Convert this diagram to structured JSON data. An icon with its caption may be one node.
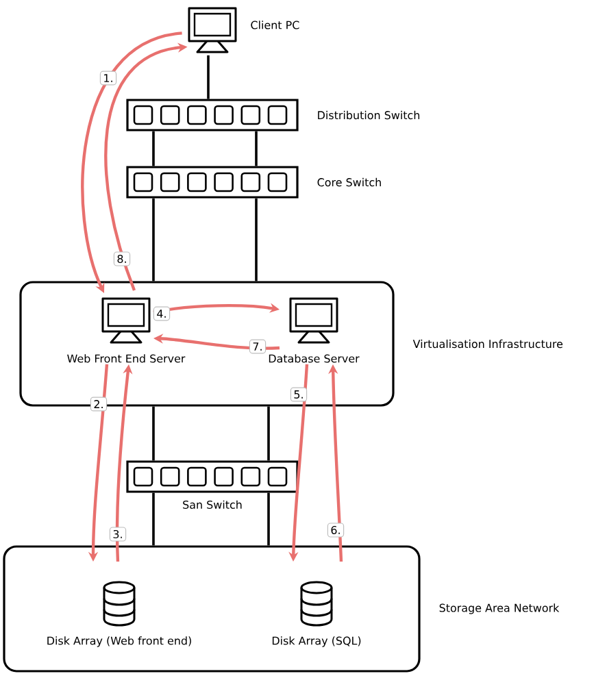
{
  "diagram": {
    "nodes": [
      {
        "text": [
          "Client PC"
        ]
      },
      {
        "text": [
          "Distribution Switch"
        ]
      },
      {
        "text": [
          "Core Switch"
        ]
      },
      {
        "text": [
          "Virtualisation Infrastructure"
        ]
      },
      {
        "text": [
          "Web Front End Server"
        ],
        "in": 3
      },
      {
        "text": [
          "Database Server"
        ],
        "in": 3
      },
      {
        "text": [
          "San Switch"
        ]
      },
      {
        "text": [
          "Storage Area Network"
        ]
      },
      {
        "text": [
          "Disk Array (Web front end)"
        ],
        "in": 7
      },
      {
        "text": [
          "Disk Array (SQL)"
        ],
        "in": 7
      }
    ],
    "edges": [
      {
        "from": 1,
        "to": 0,
        "arrow": "none"
      },
      {
        "from": 1,
        "to": 2,
        "arrow": "none"
      },
      {
        "from": 1,
        "to": 2,
        "arrow": "none"
      },
      {
        "from": 2,
        "to": 3,
        "arrow": "none"
      },
      {
        "from": 2,
        "to": 3,
        "arrow": "none"
      },
      {
        "from": 3,
        "to": 6,
        "arrow": "none"
      },
      {
        "from": 3,
        "to": 6,
        "arrow": "none"
      },
      {
        "from": 6,
        "to": 7,
        "arrow": "none"
      },
      {
        "from": 6,
        "to": 7,
        "arrow": "none"
      },
      {
        "from": 0,
        "to": 4,
        "arrow": "to",
        "label": "1.",
        "color": "#e8706e"
      },
      {
        "from": 4,
        "to": 8,
        "arrow": "to",
        "label": "2.",
        "color": "#e8706e"
      },
      {
        "from": 8,
        "to": 4,
        "arrow": "to",
        "label": "3.",
        "color": "#e8706e"
      },
      {
        "from": 4,
        "to": 5,
        "arrow": "to",
        "label": "4.",
        "color": "#e8706e"
      },
      {
        "from": 5,
        "to": 9,
        "arrow": "to",
        "label": "5.",
        "color": "#e8706e"
      },
      {
        "from": 9,
        "to": 5,
        "arrow": "to",
        "label": "6.",
        "color": "#e8706e"
      },
      {
        "from": 5,
        "to": 4,
        "arrow": "to",
        "label": "7.",
        "color": "#e8706e"
      },
      {
        "from": 4,
        "to": 0,
        "arrow": "to",
        "label": "8.",
        "color": "#e8706e"
      }
    ]
  }
}
